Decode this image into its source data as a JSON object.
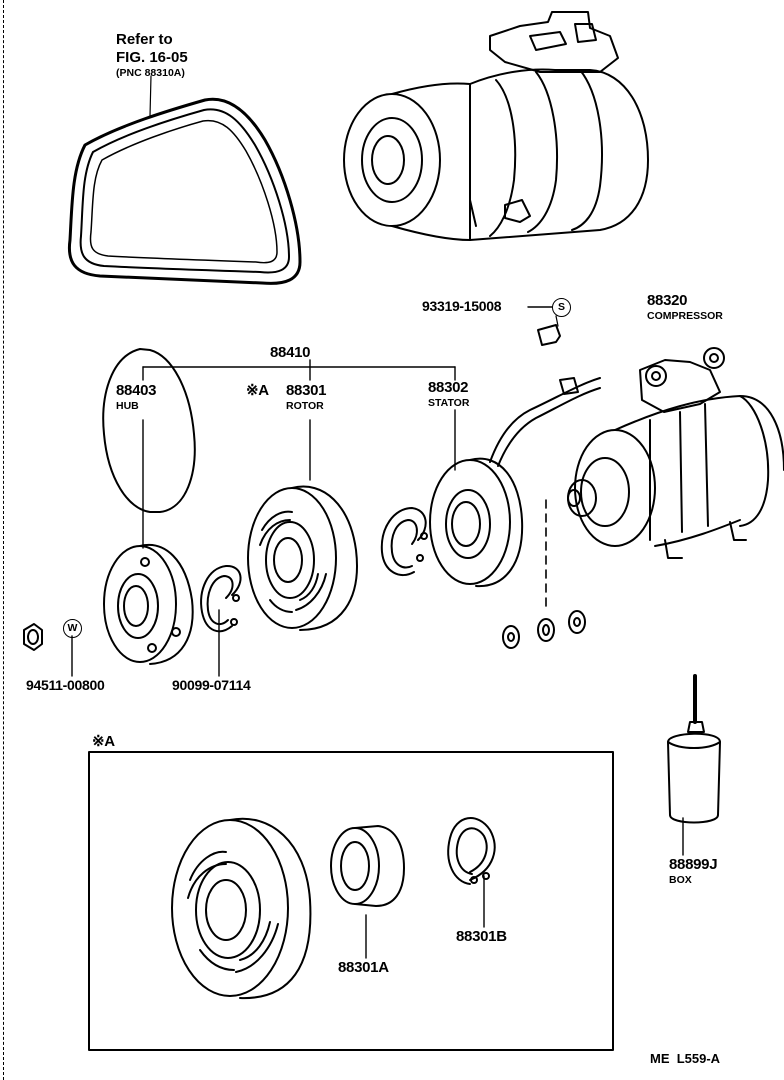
{
  "belt_ref": {
    "line1": "Refer to",
    "line2": "FIG. 16-05",
    "line3": "(PNC 88310A)"
  },
  "parts": {
    "group": "88410",
    "hub": {
      "no": "88403",
      "name": "HUB"
    },
    "rotor": {
      "mark": "※A",
      "no": "88301",
      "name": "ROTOR"
    },
    "stator": {
      "no": "88302",
      "name": "STATOR"
    },
    "compressor": {
      "no": "88320",
      "name": "COMPRESSOR"
    },
    "bolt": {
      "no": "93319-15008",
      "symbol": "S"
    },
    "nut": {
      "no": "94511-00800",
      "symbol": "W"
    },
    "snap_ring": {
      "no": "90099-07114"
    },
    "box": {
      "no": "88899J",
      "name": "BOX"
    }
  },
  "inset": {
    "title": "※A",
    "bearing": "88301A",
    "ring": "88301B"
  },
  "footer_code": "ME  L559-A"
}
